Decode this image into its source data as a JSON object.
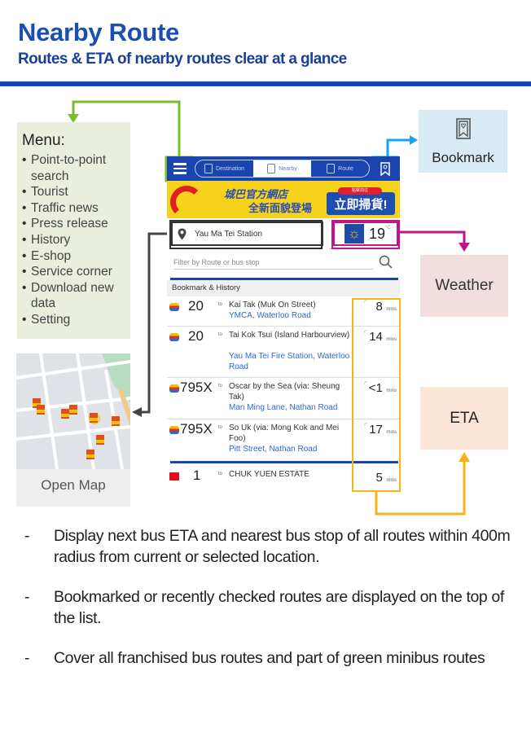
{
  "header": {
    "title": "Nearby Route",
    "subtitle": "Routes & ETA of nearby routes clear at a glance"
  },
  "menu_callout": {
    "title": "Menu:",
    "items": [
      "Point-to-point search",
      "Tourist",
      "Traffic news",
      "Press release",
      "History",
      "E-shop",
      "Service corner",
      "Download new data",
      "Setting"
    ]
  },
  "map_callout": {
    "label": "Open Map",
    "icon": "bus-stop-map"
  },
  "callouts": {
    "bookmark": "Bookmark",
    "weather": "Weather",
    "eta": "ETA"
  },
  "app": {
    "menu_icon": "hamburger-icon",
    "tabs": [
      {
        "label": "Destination",
        "icon": "destination-icon",
        "active": false
      },
      {
        "label": "Nearby",
        "icon": "nearby-icon",
        "active": true
      },
      {
        "label": "Route",
        "icon": "bus-icon",
        "active": false
      }
    ],
    "bookmark_icon": "bookmark-icon",
    "banner": {
      "line1": "城巴官方網店",
      "line2": "全新面貌登場",
      "tag": "點擊前往",
      "cta": "立即掃貨!"
    },
    "location": {
      "icon": "map-pin-icon",
      "value": "Yau Ma Tei Station"
    },
    "weather": {
      "icon": "sun-icon",
      "temperature": "19",
      "unit": "°C"
    },
    "filter": {
      "placeholder": "Filter by Route or bus stop",
      "value": ""
    },
    "section_header": "Bookmark & History",
    "routes": [
      {
        "route": "20",
        "to": "to",
        "destination": "Kai Tak (Muk On Street)",
        "stop": "YMCA, Waterloo Road",
        "eta": "8",
        "eta_unit": "mins",
        "realtime": true
      },
      {
        "route": "20",
        "to": "to",
        "destination": "Tai Kok Tsui (Island Harbourview)",
        "stop": "Yau Ma Tei Fire Station, Waterloo Road",
        "eta": "14",
        "eta_unit": "mins",
        "realtime": true
      },
      {
        "route": "795X",
        "to": "to",
        "destination": "Oscar by the Sea (via: Sheung Tak)",
        "stop": "Man Ming Lane, Nathan Road",
        "eta": "<1",
        "eta_unit": "mins",
        "realtime": true
      },
      {
        "route": "795X",
        "to": "to",
        "destination": "So Uk (via: Mong Kok and Mei Foo)",
        "stop": "Pitt Street, Nathan Road",
        "eta": "17",
        "eta_unit": "mins",
        "realtime": true
      },
      {
        "route": "1",
        "to": "to",
        "destination": "CHUK YUEN ESTATE",
        "stop": "",
        "eta": "5",
        "eta_unit": "mins",
        "realtime": false
      }
    ]
  },
  "bullets": [
    "Display next bus ETA and nearest bus stop of all routes within 400m radius from current or selected location.",
    "Bookmarked or recently checked routes are displayed on the top of the list.",
    "Cover all franchised bus routes and part of green minibus routes"
  ],
  "colors": {
    "brand_blue": "#1a45b0",
    "menu_callout": "#7dbb2a",
    "bookmark_callout": "#1aa4e8",
    "weather_callout": "#c0168b",
    "eta_callout": "#f6b416",
    "location_callout": "#444444"
  }
}
